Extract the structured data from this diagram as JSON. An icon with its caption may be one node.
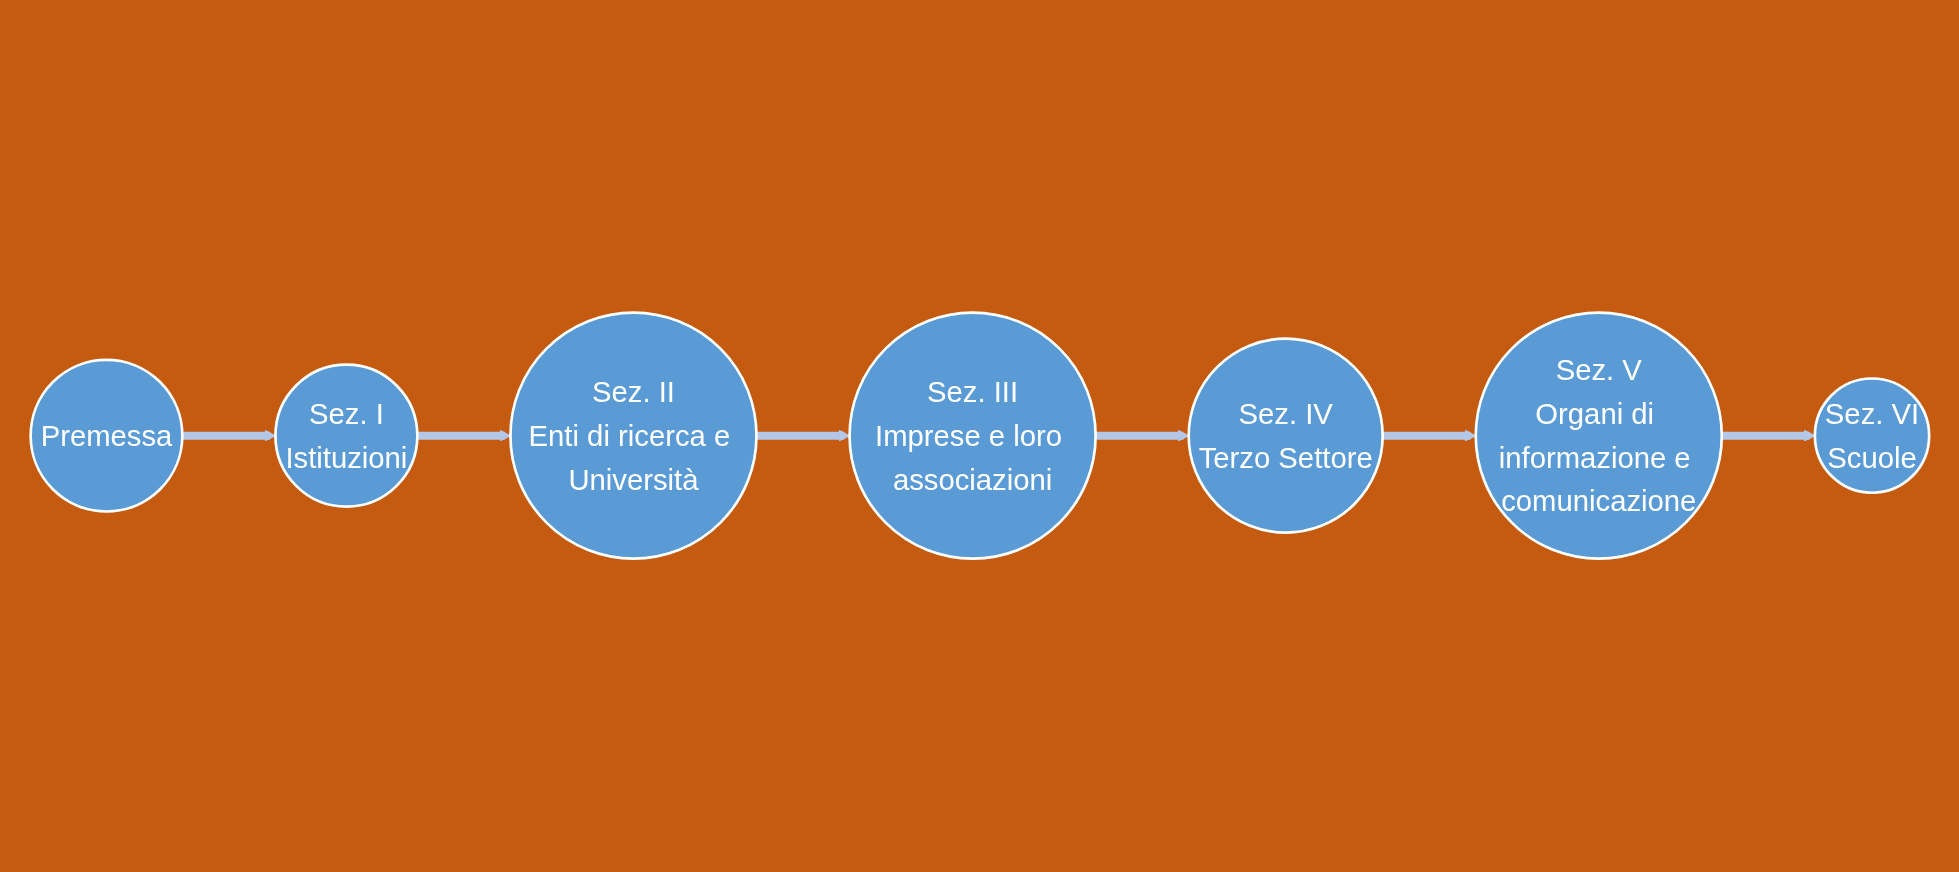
{
  "diagram": {
    "nodes": [
      {
        "text": [
          "Premessa"
        ]
      },
      {
        "text": [
          "Sez. I",
          "Istituzioni"
        ]
      },
      {
        "text": [
          "Sez. II",
          "Enti di ricerca e Università"
        ]
      },
      {
        "text": [
          "Sez. III",
          "Imprese e loro associazioni"
        ]
      },
      {
        "text": [
          "Sez. IV",
          "Terzo Settore"
        ]
      },
      {
        "text": [
          "Sez. V",
          "Organi di informazione e comunicazione"
        ]
      },
      {
        "text": [
          "Sez. VI",
          "Scuole"
        ]
      }
    ],
    "edges": [
      {
        "from": 0,
        "to": 1,
        "arrow": "to"
      },
      {
        "from": 1,
        "to": 2,
        "arrow": "to"
      },
      {
        "from": 2,
        "to": 3,
        "arrow": "to"
      },
      {
        "from": 3,
        "to": 4,
        "arrow": "to"
      },
      {
        "from": 4,
        "to": 5,
        "arrow": "to"
      },
      {
        "from": 5,
        "to": 6,
        "arrow": "to"
      }
    ]
  }
}
